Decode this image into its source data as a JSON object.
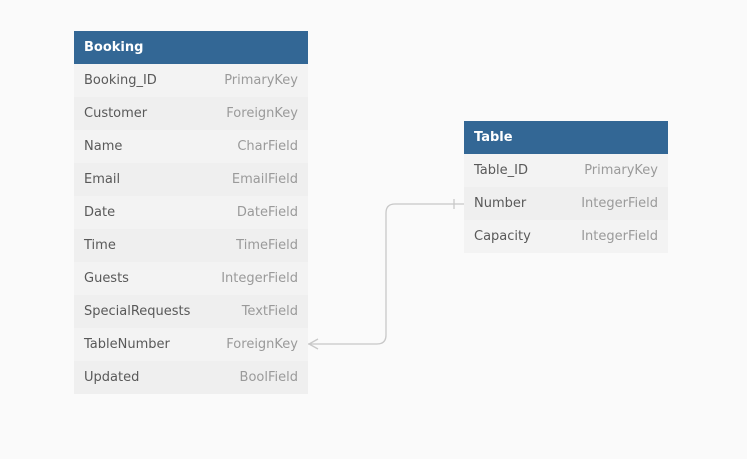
{
  "entities": {
    "booking": {
      "title": "Booking",
      "fields": [
        {
          "name": "Booking_ID",
          "type": "PrimaryKey"
        },
        {
          "name": "Customer",
          "type": "ForeignKey"
        },
        {
          "name": "Name",
          "type": "CharField"
        },
        {
          "name": "Email",
          "type": "EmailField"
        },
        {
          "name": "Date",
          "type": "DateField"
        },
        {
          "name": "Time",
          "type": "TimeField"
        },
        {
          "name": "Guests",
          "type": "IntegerField"
        },
        {
          "name": "SpecialRequests",
          "type": "TextField"
        },
        {
          "name": "TableNumber",
          "type": "ForeignKey"
        },
        {
          "name": "Updated",
          "type": "BoolField"
        }
      ]
    },
    "table": {
      "title": "Table",
      "fields": [
        {
          "name": "Table_ID",
          "type": "PrimaryKey"
        },
        {
          "name": "Number",
          "type": "IntegerField"
        },
        {
          "name": "Capacity",
          "type": "IntegerField"
        }
      ]
    }
  },
  "relationships": [
    {
      "from": "Booking.TableNumber",
      "to": "Table.Number",
      "from_end": "many",
      "to_end": "one"
    }
  ],
  "colors": {
    "header": "#336795",
    "connector": "#c8c8c8"
  }
}
